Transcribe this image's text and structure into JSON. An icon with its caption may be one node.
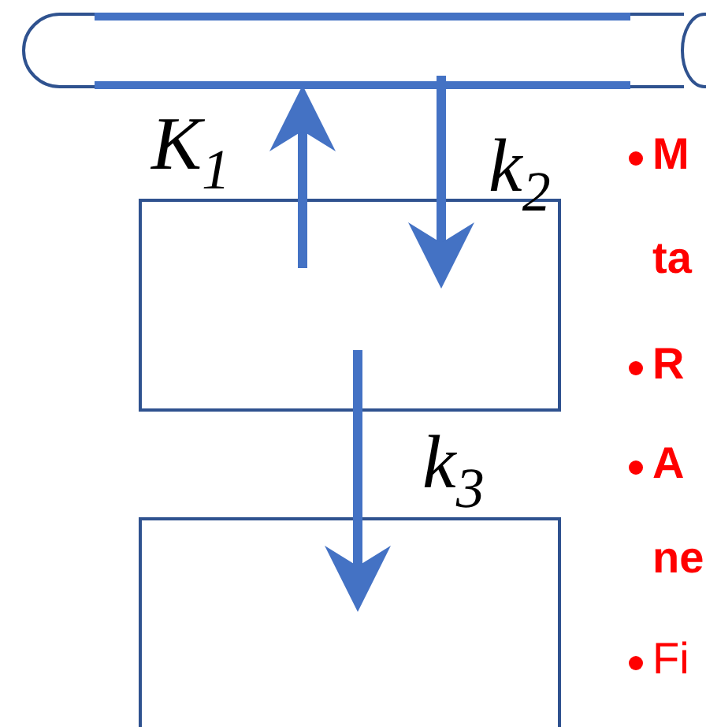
{
  "diagram": {
    "nodes": [
      {
        "text": [],
        "shape": "cylinder"
      },
      {
        "text": [],
        "shape": "box"
      },
      {
        "text": [],
        "shape": "box"
      }
    ],
    "edges": [
      {
        "from": 1,
        "to": 0,
        "arrow": "to",
        "label": "K$_{1}$"
      },
      {
        "from": 0,
        "to": 1,
        "arrow": "to",
        "label": "k$_{2}$"
      },
      {
        "from": 1,
        "to": 2,
        "arrow": "to",
        "label": "k$_{3}$"
      }
    ],
    "labels": [
      "M",
      "ta",
      "R",
      "A",
      "ne",
      "Fi"
    ]
  }
}
